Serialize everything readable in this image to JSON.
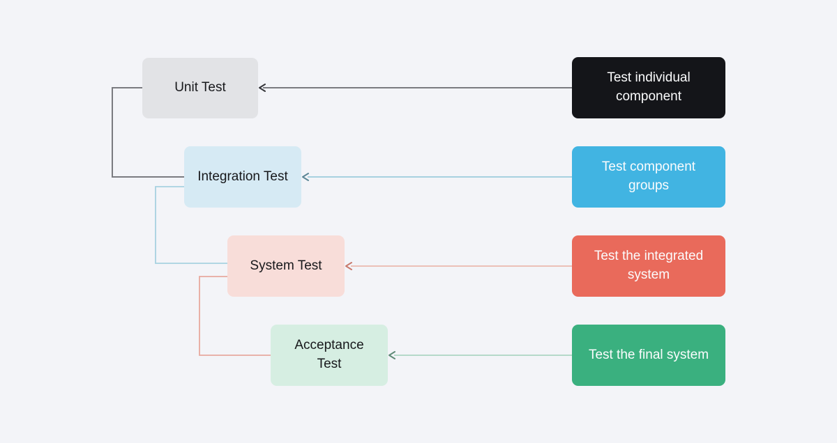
{
  "diagram": {
    "nodes": [
      {
        "id": "unit",
        "label": "Unit Test",
        "description": "Test individual component",
        "level_box_color": "#e2e3e6",
        "description_box_color": "#141519",
        "connector_color": "#7a7b80"
      },
      {
        "id": "integration",
        "label": "Integration Test",
        "description": "Test component groups",
        "level_box_color": "#d6eaf4",
        "description_box_color": "#41b4e2",
        "connector_color": "#a7d1e0"
      },
      {
        "id": "system",
        "label": "System Test",
        "description": "Test the integrated system",
        "level_box_color": "#f8ddd9",
        "description_box_color": "#e96a5b",
        "connector_color": "#ecb8ae"
      },
      {
        "id": "acceptance",
        "label": "Acceptance Test",
        "description": "Test the final system",
        "level_box_color": "#d6eee2",
        "description_box_color": "#3ab07f",
        "connector_color": "#b5d9c9"
      }
    ],
    "background_color": "#f3f4f8",
    "text_color_levels": "#17181b",
    "text_color_descriptions": "#fbfcfd"
  }
}
